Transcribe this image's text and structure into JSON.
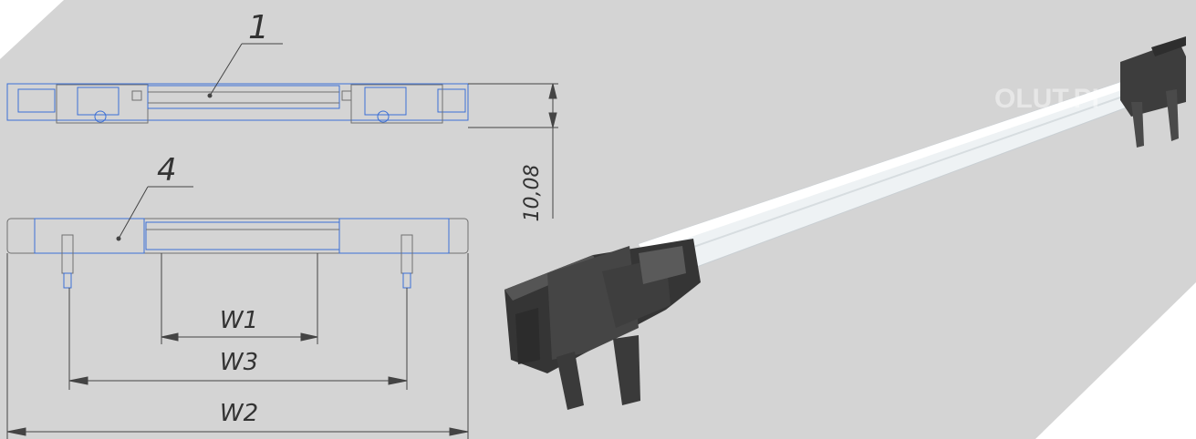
{
  "callouts": {
    "part_1": "1",
    "part_4": "4"
  },
  "dimensions": {
    "height": "10,08",
    "w1": "W1",
    "w2": "W2",
    "w3": "W3"
  },
  "watermark": "OLUT.PI",
  "colors": {
    "background_gray": "#d4d4d4",
    "outline_blue": "#3b6fd6",
    "outline_gray": "#707070",
    "plastic_dark": "#3a3a3a",
    "tube_clear": "#eef2f4"
  }
}
